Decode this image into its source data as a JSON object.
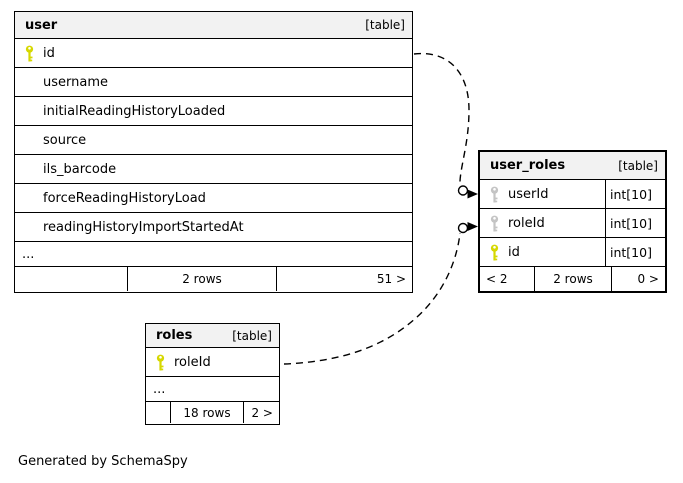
{
  "colors": {
    "primary_key": "#d6d800",
    "foreign_key": "#c4c4c4",
    "header_bg": "#f2f2f2",
    "border": "#000000",
    "relationship_line": "#000000"
  },
  "diagram": {
    "tables": {
      "user": {
        "title": "user",
        "badge": "[table]",
        "columns": [
          {
            "name": "id",
            "icon": "primary-key-icon"
          },
          {
            "name": "username"
          },
          {
            "name": "initialReadingHistoryLoaded"
          },
          {
            "name": "source"
          },
          {
            "name": "ils_barcode"
          },
          {
            "name": "forceReadingHistoryLoad"
          },
          {
            "name": "readingHistoryImportStartedAt"
          }
        ],
        "ellipsis": "...",
        "footer": {
          "left": "",
          "center": "2 rows",
          "right": "51 >"
        }
      },
      "user_roles": {
        "title": "user_roles",
        "badge": "[table]",
        "columns": [
          {
            "name": "userId",
            "type": "int[10]",
            "icon": "foreign-key-icon"
          },
          {
            "name": "roleId",
            "type": "int[10]",
            "icon": "foreign-key-icon"
          },
          {
            "name": "id",
            "type": "int[10]",
            "icon": "primary-key-icon"
          }
        ],
        "footer": {
          "left": "< 2",
          "center": "2 rows",
          "right": "0 >"
        }
      },
      "roles": {
        "title": "roles",
        "badge": "[table]",
        "columns": [
          {
            "name": "roleId",
            "icon": "primary-key-icon"
          }
        ],
        "ellipsis": "...",
        "footer": {
          "left": "",
          "center": "18 rows",
          "right": "2 >"
        }
      }
    },
    "relationships": [
      {
        "from": "user.id",
        "to": "user_roles.userId"
      },
      {
        "from": "roles.roleId",
        "to": "user_roles.roleId"
      }
    ]
  },
  "footer_note": "Generated by SchemaSpy"
}
